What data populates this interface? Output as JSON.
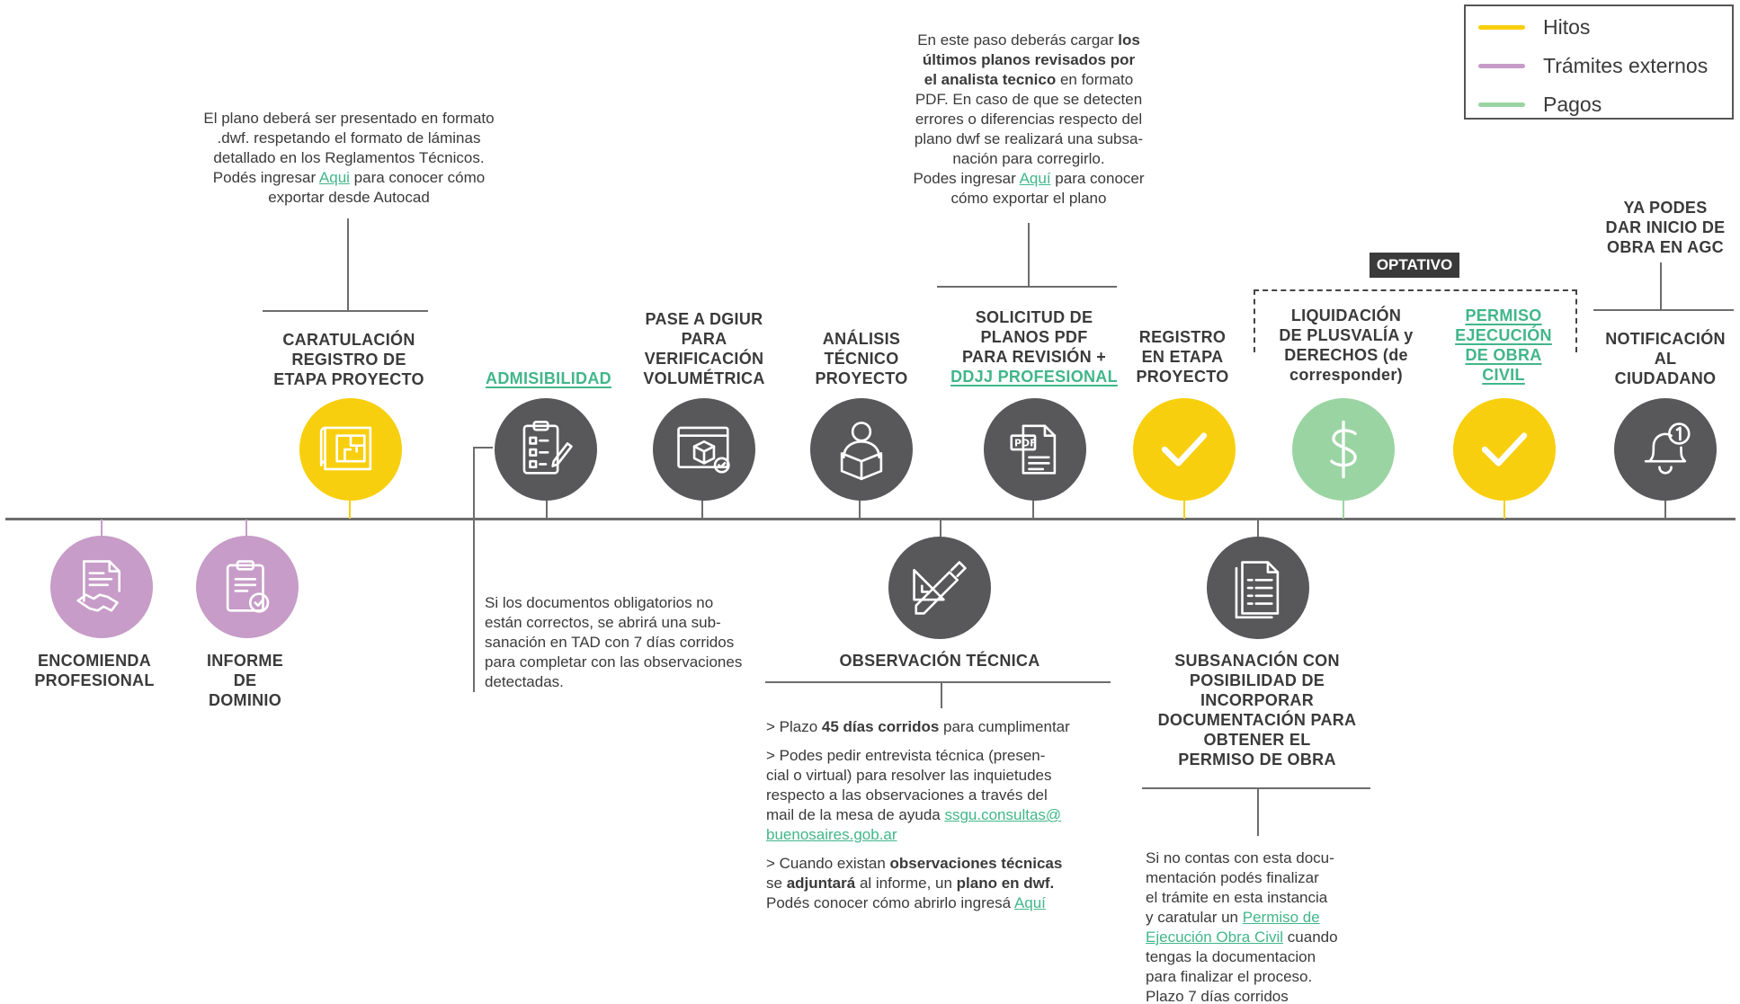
{
  "legend": {
    "items": [
      {
        "label": "Hitos",
        "color": "#f8cf0e"
      },
      {
        "label": "Trámites externos",
        "color": "#c79cc8"
      },
      {
        "label": "Pagos",
        "color": "#9bd4a3"
      }
    ]
  },
  "optativo_label": "OPTATIVO",
  "steps": {
    "encomienda": {
      "l1": "ENCOMIENDA",
      "l2": "PROFESIONAL",
      "icon": "handshake-document-icon"
    },
    "informe": {
      "l1": "INFORME",
      "l2": "DE",
      "l3": "DOMINIO",
      "icon": "clipboard-check-icon"
    },
    "caratulacion": {
      "l1": "CARATULACIÓN",
      "l2": "REGISTRO DE",
      "l3": "ETAPA PROYECTO",
      "icon": "floor-plan-icon"
    },
    "admisibilidad": {
      "l1": "ADMISIBILIDAD",
      "icon": "checklist-pen-icon"
    },
    "dgiur": {
      "l1": "PASE A DGIUR",
      "l2": "PARA",
      "l3": "VERIFICACIÓN",
      "l4": "VOLUMÉTRICA",
      "icon": "screen-cube-icon"
    },
    "analisis": {
      "l1": "ANÁLISIS",
      "l2": "TÉCNICO",
      "l3": "PROYECTO",
      "icon": "person-reading-icon"
    },
    "solicitud": {
      "l1": "SOLICITUD DE",
      "l2": "PLANOS PDF",
      "l3": "PARA REVISIÓN +",
      "l4": "DDJJ PROFESIONAL",
      "icon": "pdf-document-icon"
    },
    "registro": {
      "l1": "REGISTRO",
      "l2": "EN ETAPA",
      "l3": "PROYECTO",
      "icon": "checkmark-icon"
    },
    "liquidacion": {
      "l1": "LIQUIDACIÓN",
      "l2": "DE PLUSVALÍA y",
      "l3": "DERECHOS (de",
      "l4": "corresponder)",
      "icon": "dollar-icon"
    },
    "permiso": {
      "l1": "PERMISO",
      "l2": "EJECUCIÓN",
      "l3": "DE OBRA",
      "l4": "CIVIL",
      "icon": "checkmark-icon"
    },
    "notificacion": {
      "l1": "NOTIFICACIÓN",
      "l2": "AL",
      "l3": "CIUDADANO",
      "icon": "bell-notification-icon"
    },
    "observacion": {
      "l1": "OBSERVACIÓN TÉCNICA",
      "icon": "drafting-tools-icon"
    },
    "subsanacion": {
      "l1": "SUBSANACIÓN CON",
      "l2": "POSIBILIDAD DE",
      "l3": "INCORPORAR",
      "l4": "DOCUMENTACIÓN PARA",
      "l5": "OBTENER EL",
      "l6": "PERMISO DE OBRA",
      "icon": "document-list-icon"
    }
  },
  "ya_podes": {
    "l1": "YA PODES",
    "l2": "DAR INICIO DE",
    "l3": "OBRA EN AGC"
  },
  "notes": {
    "plano_dwf": {
      "l1": "El plano deberá ser presentado en formato",
      "l2": ".dwf.  respetando el formato de láminas",
      "l3": "detallado en los Reglamentos Técnicos.",
      "l4a": "Podés ingresar ",
      "l4link": "Aqui",
      "l4b": " para conocer cómo",
      "l5": "exportar desde Autocad"
    },
    "planos_pdf": {
      "l1a": "En este paso deberás cargar ",
      "l1b": "los",
      "l2": "últimos planos revisados por",
      "l3a": "el analista tecnico",
      "l3b": " en formato",
      "l4": "PDF. En caso de que se detecten",
      "l5": "errores o diferencias respecto del",
      "l6": "plano dwf se realizará una subsa-",
      "l7": "nación para corregirlo.",
      "l8a": "Podes ingresar ",
      "l8link": "Aquí",
      "l8b": " para conocer",
      "l9": "cómo exportar el plano"
    },
    "admisibilidad": {
      "l1": "Si los documentos obligatorios no",
      "l2": "están correctos, se abrirá una sub-",
      "l3": "sanación en TAD con 7 días corridos",
      "l4": "para completar con las observaciones",
      "l5": "detectadas."
    },
    "observacion": {
      "p1a": "> Plazo ",
      "p1b": "45 días corridos",
      "p1c": " para cumplimentar",
      "p2l1": "> Podes pedir entrevista técnica (presen-",
      "p2l2": "cial o virtual) para resolver las inquietudes",
      "p2l3": "respecto a las observaciones a través del",
      "p2l4a": "mail de la mesa de ayuda ",
      "p2l4link": "ssgu.consultas@",
      "p2l5link": "buenosaires.gob.ar",
      "p3l1a": "> Cuando existan ",
      "p3l1b": "observaciones técnicas",
      "p3l2a": "se ",
      "p3l2b": "adjuntará",
      "p3l2c": " al informe, un ",
      "p3l2d": "plano en dwf.",
      "p3l3a": "Podés conocer  cómo abrirlo ingresá  ",
      "p3l3link": "Aquí"
    },
    "subsanacion": {
      "l1": "Si no contas con esta docu-",
      "l2": "mentación podés finalizar",
      "l3": "el trámite en esta instancia",
      "l4a": "y caratular un ",
      "l4link": "Permiso de",
      "l5link": "Ejecución Obra Civil",
      "l5b": " cuando",
      "l6": "tengas la documentacion",
      "l7": "para finalizar el proceso.",
      "l8": "Plazo 7 días corridos"
    }
  }
}
